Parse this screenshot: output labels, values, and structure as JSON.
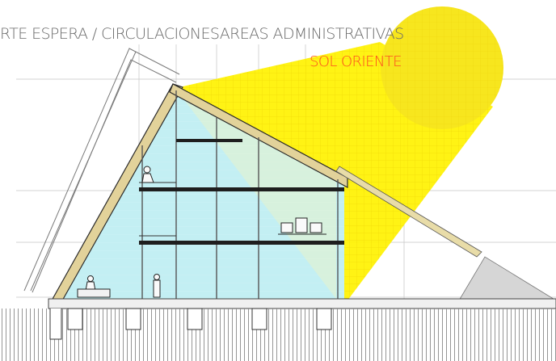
{
  "labels": {
    "caption": "RTE ESPERA / CIRCULACIONESAREAS ADMINISTRATIVAS",
    "sun": "SOL ORIENTE"
  },
  "colors": {
    "sun": "#f7e61e",
    "sun_beam": "#fff200",
    "glass": "#bfeef2",
    "timber": "#e2d29a",
    "ground_hatch": "#9a9a9a",
    "floor_slab": "#1e1e1e",
    "grid": "#b4b4b4",
    "sun_label": "#ff4d1f",
    "caption": "#6a6a6a"
  },
  "icons": [
    "sun-icon",
    "person-figure",
    "workstation-figure"
  ]
}
